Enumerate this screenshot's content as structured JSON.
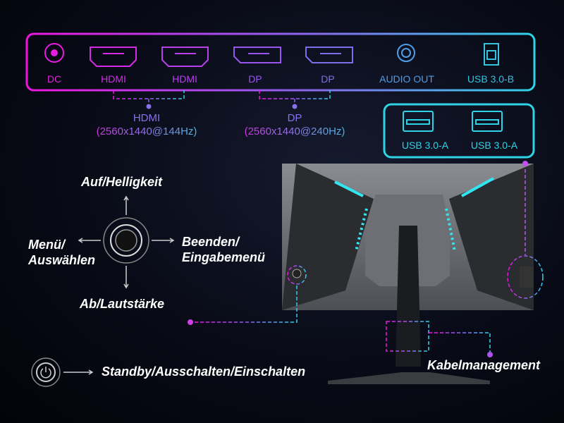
{
  "ports": [
    {
      "label": "DC",
      "icon": "dc-power-icon",
      "color": "#e81ce0"
    },
    {
      "label": "HDMI",
      "icon": "hdmi-port-icon",
      "color": "#d52be6"
    },
    {
      "label": "HDMI",
      "icon": "hdmi-port-icon",
      "color": "#b840ec"
    },
    {
      "label": "DP",
      "icon": "displayport-icon",
      "color": "#9a55ee"
    },
    {
      "label": "DP",
      "icon": "displayport-icon",
      "color": "#7a70ec"
    },
    {
      "label": "AUDIO OUT",
      "icon": "audio-jack-icon",
      "color": "#4f9ee8"
    },
    {
      "label": "USB 3.0-B",
      "icon": "usb-b-icon",
      "color": "#34c3e0"
    }
  ],
  "usb_a": [
    {
      "label": "USB 3.0-A"
    },
    {
      "label": "USB 3.0-A"
    }
  ],
  "groups": {
    "hdmi": {
      "name": "HDMI",
      "spec": "(2560x1440@144Hz)"
    },
    "dp": {
      "name": "DP",
      "spec": "(2560x1440@240Hz)"
    }
  },
  "joystick": {
    "up": "Auf/Helligkeit",
    "left": "Menü/\nAuswählen",
    "right": "Beenden/\nEingabemenü",
    "down": "Ab/Lautstärke"
  },
  "power": {
    "label": "Standby/Ausschalten/Einschalten"
  },
  "cable": {
    "label": "Kabelmanagement"
  },
  "colors": {
    "magenta": "#e81ce0",
    "cyan": "#2fd3e6",
    "led": "#31e6f0"
  }
}
